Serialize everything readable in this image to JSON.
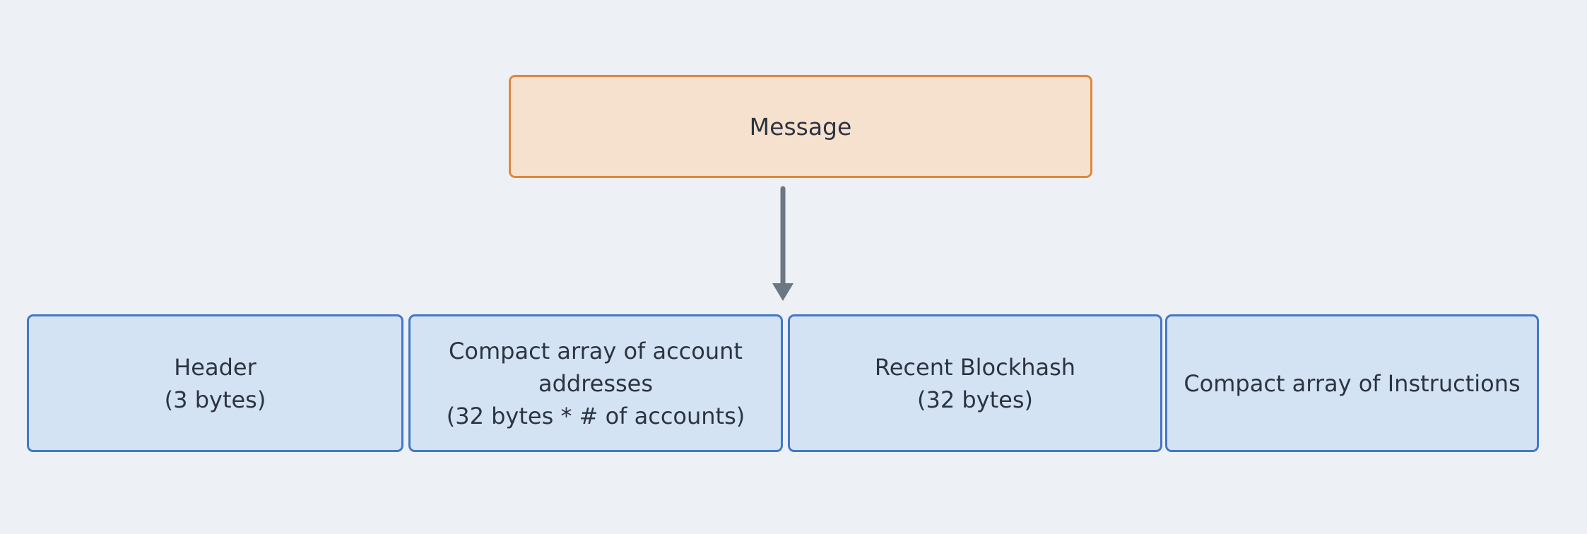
{
  "diagram": {
    "type": "flow-diagram",
    "message_box": {
      "label": "Message",
      "fill_color": "#f6e1ce",
      "border_color": "#e0883c"
    },
    "arrow": {
      "direction": "down",
      "color": "#6d7683"
    },
    "segments": [
      {
        "lines": [
          "Header",
          "(3 bytes)"
        ]
      },
      {
        "lines": [
          "Compact array of account",
          "addresses",
          "(32 bytes * # of accounts)"
        ]
      },
      {
        "lines": [
          "Recent Blockhash",
          "(32 bytes)"
        ]
      },
      {
        "lines": [
          "Compact array of Instructions"
        ]
      }
    ],
    "segment_style": {
      "fill_color": "#d4e3f4",
      "border_color": "#4278c8"
    },
    "colors": {
      "background": "#edf0f4",
      "text": "#2c3440"
    }
  }
}
